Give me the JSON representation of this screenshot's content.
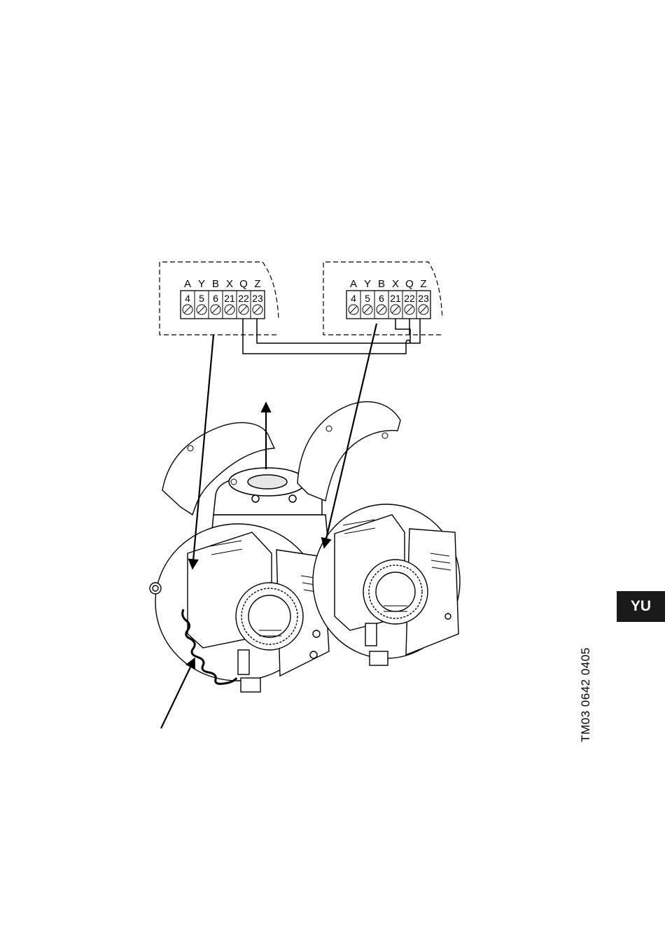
{
  "terminal_letters": [
    "A",
    "Y",
    "B",
    "X",
    "Q",
    "Z"
  ],
  "terminal_numbers": [
    "4",
    "5",
    "6",
    "21",
    "22",
    "23"
  ],
  "language_tab": "YU",
  "figure_reference": "TM03 0642 0405",
  "colors": {
    "ink": "#000000",
    "tab_background": "#1a1a1a",
    "tab_text": "#ffffff"
  }
}
